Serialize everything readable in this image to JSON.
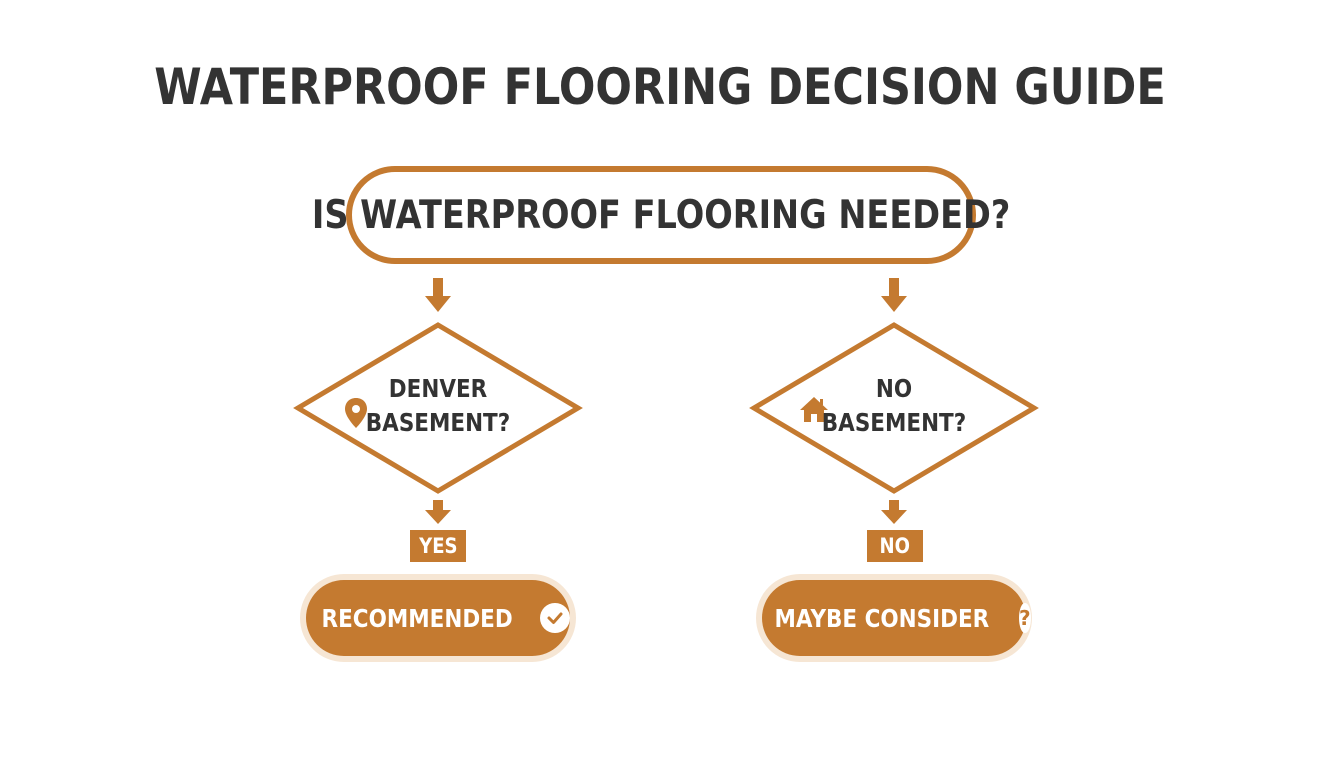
{
  "title": "WATERPROOF FLOORING DECISION GUIDE",
  "colors": {
    "accent": "#c47a30",
    "accent_light": "#f6e6d4",
    "text": "#333333"
  },
  "question": {
    "text": "IS WATERPROOF FLOORING NEEDED?"
  },
  "branches": {
    "left": {
      "icon": "location-pin-icon",
      "line1": "DENVER",
      "line2": "BASEMENT?",
      "answer": "YES",
      "result": "RECOMMENDED",
      "result_icon": "check-circle-icon"
    },
    "right": {
      "icon": "house-icon",
      "line1": "NO",
      "line2": "BASEMENT?",
      "answer": "NO",
      "result": "MAYBE CONSIDER",
      "result_icon": "question-circle-icon"
    }
  }
}
